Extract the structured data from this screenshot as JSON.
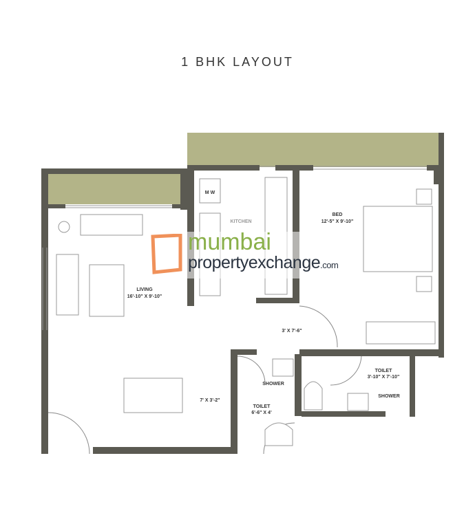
{
  "title": "1 BHK LAYOUT",
  "rooms": {
    "living": {
      "name": "LIVING",
      "size": "16'-10\" X 9'-10\""
    },
    "kitchen": {
      "name": "KITCHEN"
    },
    "bed": {
      "name": "BED",
      "size": "12'-5\" X 9'-10\""
    },
    "passage": {
      "size": "3' X 7'-6\""
    },
    "dining": {
      "size": "7' X 3'-2\""
    },
    "toilet1": {
      "name": "TOILET",
      "size": "6'-6\" X 4'",
      "shower": "SHOWER"
    },
    "toilet2": {
      "name": "TOILET",
      "size": "3'-10\" X 7'-10\"",
      "shower": "SHOWER"
    },
    "mw": "M W"
  },
  "watermark": {
    "line1": "mumbai",
    "line2": "propertyexchange",
    "suffix": ".com"
  },
  "colors": {
    "wall": "#5b5a52",
    "balcony": "#b3b488",
    "accent_orange": "#f0915a"
  }
}
